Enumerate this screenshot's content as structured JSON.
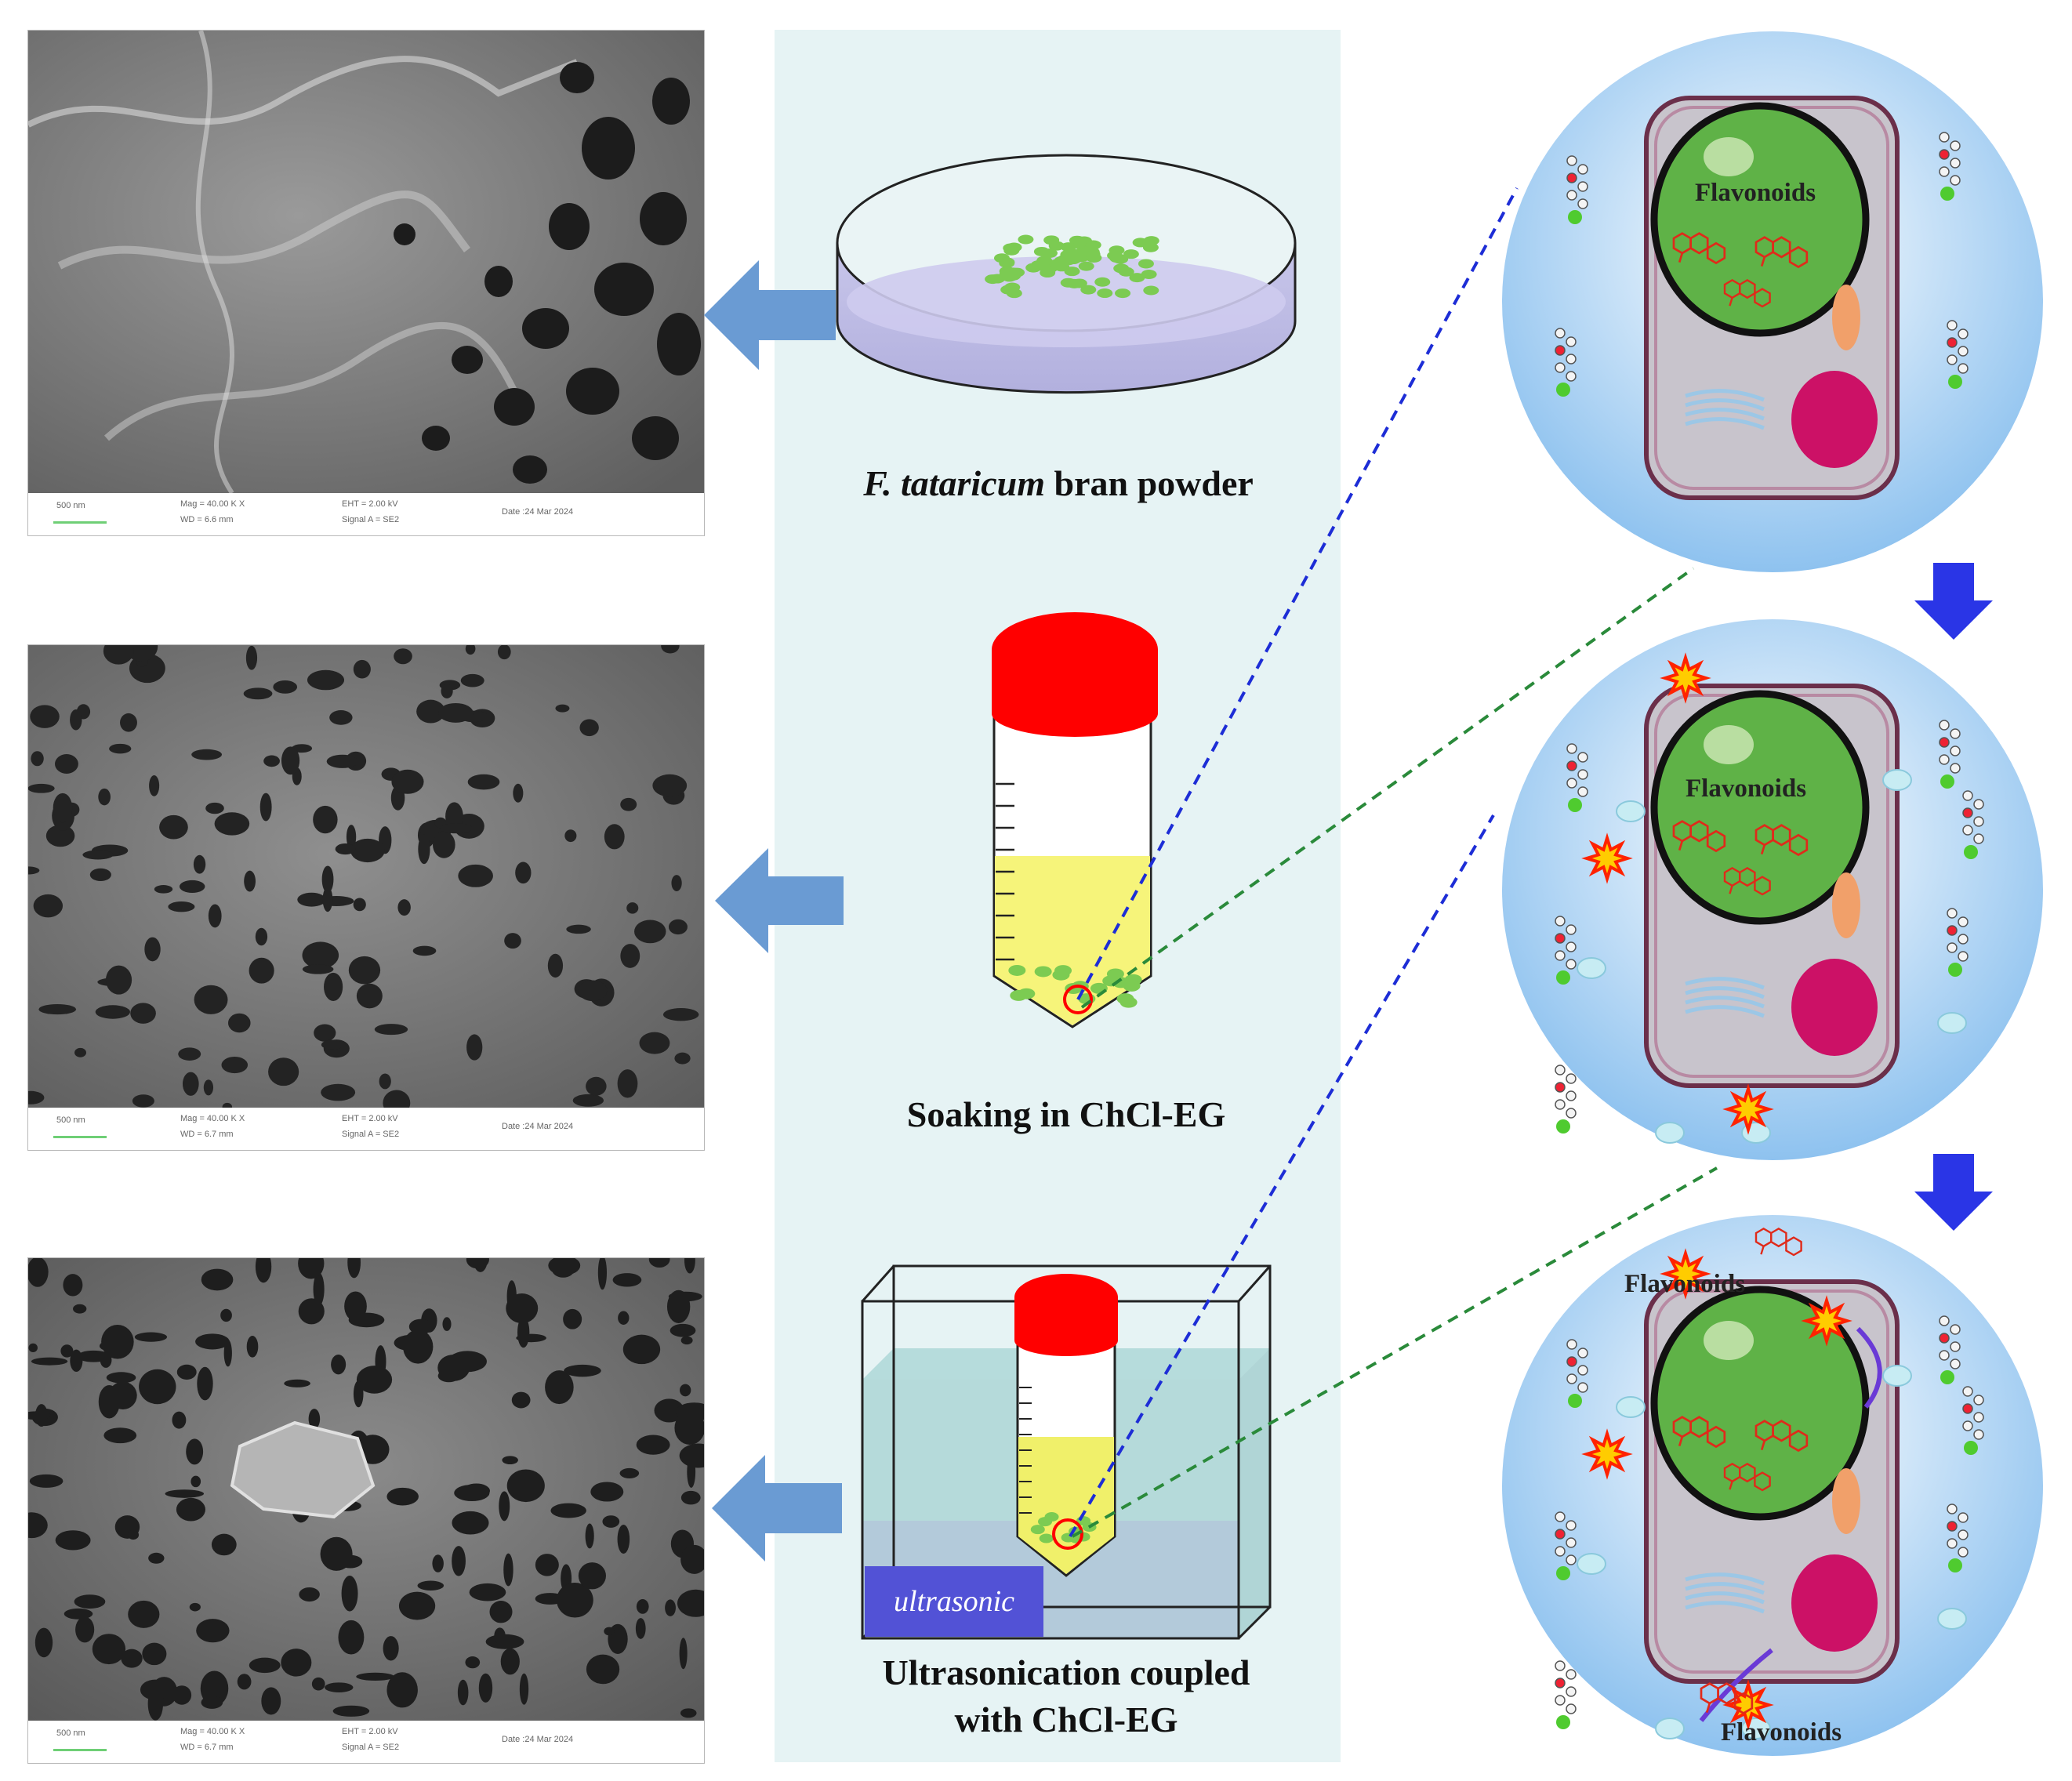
{
  "steps": [
    {
      "caption_italic": "F. tataricum",
      "caption_rest": " bran powder"
    },
    {
      "caption": "Soaking in ChCl-EG"
    },
    {
      "caption_line1": "Ultrasonication  coupled",
      "caption_line2": "with ChCl-EG",
      "device_label": "ultrasonic"
    }
  ],
  "sem_images": [
    {
      "scale": "500 nm",
      "mag": "Mag =  40.00 K X",
      "wd": "WD =  6.6 mm",
      "eht": "EHT =  2.00 kV",
      "signal": "Signal A = SE2",
      "date": "Date :24 Mar 2024"
    },
    {
      "scale": "500 nm",
      "mag": "Mag =  40.00 K X",
      "wd": "WD =  6.7 mm",
      "eht": "EHT =  2.00 kV",
      "signal": "Signal A = SE2",
      "date": "Date :24 Mar 2024"
    },
    {
      "scale": "500 nm",
      "mag": "Mag =  40.00 K X",
      "wd": "WD =  6.7 mm",
      "eht": "EHT =  2.00 kV",
      "signal": "Signal A = SE2",
      "date": "Date :24 Mar 2024"
    }
  ],
  "cells": [
    {
      "labels": [
        "Flavonoids"
      ]
    },
    {
      "labels": [
        "Flavonoids"
      ]
    },
    {
      "labels": [
        "Flavonoids",
        "Flavonoids"
      ]
    }
  ],
  "colors": {
    "panel": "#e6f3f4",
    "arrow_left": "#6a9bd3",
    "arrow_down": "#2a35e6",
    "cap_red": "#ff0000",
    "solution_yellow": "#f6f47a",
    "powder_green": "#7ccb52",
    "dashed_blue": "#1d2dd6",
    "dashed_green": "#2a8a3a",
    "circle_blue": "#8ec2ef",
    "cell_gray": "#c8c4cc",
    "nucleus_green": "#5fb247",
    "flavonoid_red": "#e02a1a",
    "ultrasonic_label": "#5252d6"
  }
}
